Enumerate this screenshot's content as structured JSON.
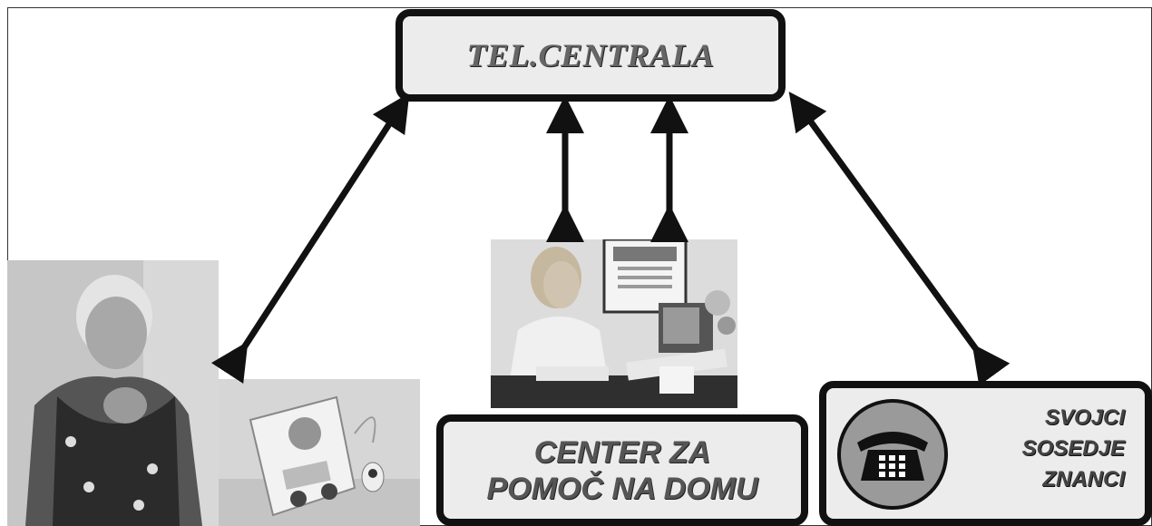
{
  "hub": {
    "label": "TEL.CENTRALA"
  },
  "center": {
    "line1": "CENTER ZA",
    "line2": "POMOČ NA DOMU"
  },
  "contacts": {
    "lines": [
      "SVOJCI",
      "SOSEDJE",
      "ZNANCI"
    ],
    "icon": "telephone-icon"
  },
  "photos": {
    "elderly_woman": "elderly-woman-photo",
    "alarm_device": "alarm-device-photo",
    "operator": "operator-photo"
  },
  "colors": {
    "border": "#111111",
    "box_fill": "#ececec",
    "circle_fill": "#9a9a9a"
  }
}
